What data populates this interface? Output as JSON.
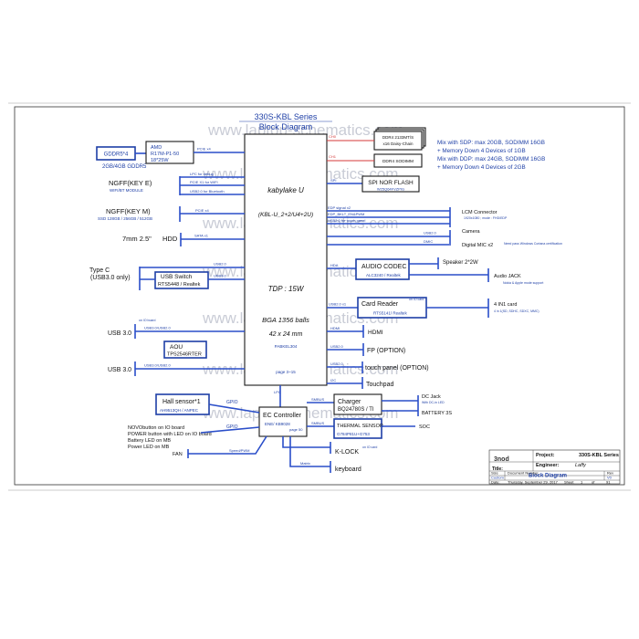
{
  "header": {
    "title": "330S-KBL Series",
    "subtitle": "Block Diagram"
  },
  "watermark": "www.laptop-schematics.com",
  "cpu": {
    "name": "kabylake U",
    "sku": "(KBL-U_2+2/U4+2U)",
    "tdp": "TDP : 15W",
    "package": "BGA 1356 balls",
    "size": "42 x 24 mm",
    "page_ref": "page 3~15",
    "label2": "PABKEL304"
  },
  "memory": {
    "ddr_top": {
      "line1": "DDR4 2133MT/S",
      "line2": "x16 Daisy-Chain"
    },
    "ddr_sodimm": "DDR4 SODIMM",
    "ch0": "CH0",
    "ch1": "CH1",
    "note1": "Mix with SDP: max 20GB, SODIMM 16GB",
    "note2": "+ Memory Down 4 Devices of 1GB",
    "note3": "Mix with DDP: max 24GB, SODIMM 16GB",
    "note4": "+ Memory Down 4 Devices of 2GB"
  },
  "spi": {
    "label": "SPI",
    "name": "SPI NOR FLASH",
    "part": "W25Q64FVZPIG"
  },
  "gpu": {
    "vram": "GDDR5*4",
    "vram_note": "2GB/4GB GDDR5",
    "name": "AMD",
    "part": "R17M-P1-50",
    "pkg": "18*25W",
    "bus": "PCIE x4"
  },
  "ngff_e": {
    "name": "NGFF(KEY E)",
    "sub": "WIFI/BT MODULE",
    "l1": "LPC for debug",
    "l2": "PCIE X1 for WIFI",
    "l3": "USB2.0 for Bluetooth"
  },
  "ngff_m": {
    "name": "NGFF(KEY M)",
    "sub": "SSD 128GB / 256GB / 512GB",
    "bus": "PCIE x4"
  },
  "hdd": {
    "name": "7mm 2.5\"",
    "type": "HDD",
    "bus": "SATA x1"
  },
  "typec": {
    "name": "Type C",
    "sub": "(USB3.0 only)",
    "switch": "USB Switch",
    "part": "RTS5448 / Realtek",
    "bus": "USB2.0",
    "bus2": "USB3.0"
  },
  "usb1": {
    "name": "USB 3.0",
    "bus": "USB3.0/USB2.0",
    "note": "on IO board"
  },
  "aou": {
    "name": "AOU",
    "part": "TPS2546RTER"
  },
  "usb2": {
    "name": "USB 3.0",
    "bus": "USB3.0/USB2.0"
  },
  "display": {
    "edp": "EDP signal x2",
    "lcd_bus": "EDP_BKLT_EN&PWM",
    "touch": "USB2.0 for touch panel",
    "lcm": "LCM Connector",
    "lcm_sub": "1920x1080 ; mode : FHD/EDP"
  },
  "camera": {
    "name": "Camera",
    "bus": "USB2.0",
    "dmic": "DMIC",
    "mic": "Digital MIC x2",
    "mic_note": "Need pass Windows Cortana certification"
  },
  "audio": {
    "bus": "HDA",
    "name": "AUDIO CODEC",
    "part": "ALC3240 / Realtek",
    "speaker": "Speaker 2*2W",
    "jack": "Audio JACK",
    "jack_note": "Nokia & Apple mode support"
  },
  "card": {
    "bus": "USB2.0 x1",
    "name": "Card Reader",
    "part": "RTS5141/ Realtek",
    "note": "on IO card",
    "slot": "4 IN1 card",
    "slot_note": "4 in 1(SD, SDHC, SDXC, MMC)"
  },
  "hdmi": {
    "bus": "HDMI",
    "name": "HDMI"
  },
  "fp": {
    "bus": "USB2.0",
    "name": "FP (OPTION)"
  },
  "touchpanel": {
    "bus": "USB2.0",
    "name": "touch panel (OPTION)"
  },
  "touchpad": {
    "bus": "I2C",
    "name": "Touchpad"
  },
  "ec": {
    "name": "EC Controller",
    "part": "ENE/ KB9028",
    "page": "page 50",
    "bus": "LPC"
  },
  "hall": {
    "name": "Hall sensor*1",
    "part": "AH9513QH / ANPEC",
    "bus": "GPIO"
  },
  "charger": {
    "bus": "SMBUS",
    "name": "Charger",
    "part": "BQ24780S / TI",
    "dcjack": "DC Jack",
    "dcjack_note": "With DC-in LED",
    "battery": "BATTERY 3S"
  },
  "thermal": {
    "bus": "SMBUS",
    "name": "THERMAL SENSOR",
    "part": "G784P81U+G753",
    "soc": "SOC"
  },
  "gpio_notes": {
    "bus": "GPIO",
    "l1": "NOVObutton on IO board",
    "l2": "POWER button with LED on IO board",
    "l3": "Battery LED on MB",
    "l4": "Power LED on MB"
  },
  "fan": {
    "name": "FAN",
    "bus": "Speed/PWM"
  },
  "klock": {
    "name": "K-LOCK",
    "note": "on IO card"
  },
  "keyboard": {
    "name": "keyboard",
    "bus": "Matrix"
  },
  "titleblock": {
    "logo": "3nod",
    "project_label": "Project:",
    "project": "330S-KBL Series",
    "engineer_label": "Engineer:",
    "engineer": "Laffy",
    "title_label": "Title:",
    "title": "Block Diagram",
    "size_label": "Size",
    "size": "Custom",
    "doc_label": "Document Number",
    "rev_label": "Rev",
    "rev": "V0",
    "date_label": "Date:",
    "date": "Thursday, September 29, 2017",
    "sheet_label": "Sheet",
    "sheet": "1",
    "of": "of",
    "total": "91"
  },
  "colors": {
    "line": "#2a4ec9",
    "text_blue": "#1e3fa6",
    "red": "#d43a3a"
  }
}
